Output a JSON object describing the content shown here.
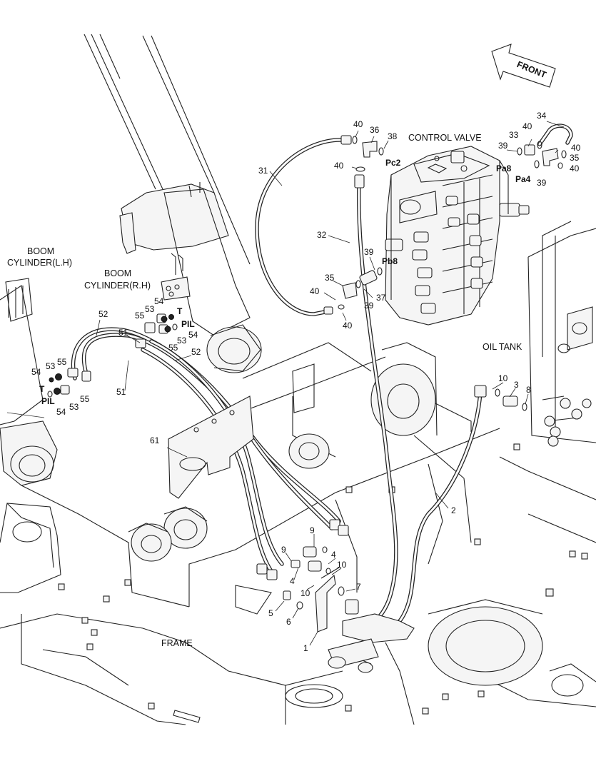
{
  "captions": {
    "front": "FRONT",
    "control_valve": "CONTROL VALVE",
    "boom_cyl_lh_1": "BOOM",
    "boom_cyl_lh_2": "CYLINDER(L.H)",
    "boom_cyl_rh_1": "BOOM",
    "boom_cyl_rh_2": "CYLINDER(R.H)",
    "oil_tank": "OIL TANK",
    "frame": "FRAME"
  },
  "port_labels": {
    "pc2": "Pc2",
    "pa8": "Pa8",
    "pa4": "Pa4",
    "pb8": "Pb8",
    "t_right": "T",
    "pil_right": "PIL",
    "t_left": "T",
    "pil_left": "PIL"
  },
  "part_numbers": {
    "n34": "34",
    "n40a": "40",
    "n33": "33",
    "n39a": "39",
    "n35a": "35",
    "n40b": "40",
    "n40c": "40",
    "n39b": "39",
    "n40d": "40",
    "n36": "36",
    "n38": "38",
    "n40e": "40",
    "n31": "31",
    "n32": "32",
    "n39c": "39",
    "n35b": "35",
    "n40f": "40",
    "n37": "37",
    "n39d": "39",
    "n40g": "40",
    "n54a": "54",
    "n53a": "53",
    "n55a": "55",
    "n54b": "54",
    "n55b": "55",
    "n53b": "53",
    "n52a": "52",
    "n51a": "51",
    "n52b": "52",
    "n51b": "51",
    "n55c": "55",
    "n53c": "53",
    "n54c": "54",
    "n54d": "54",
    "n53d": "53",
    "n55d": "55",
    "n10a": "10",
    "n3": "3",
    "n8": "8",
    "n61": "61",
    "n2": "2",
    "n9a": "9",
    "n4a": "4",
    "n9b": "9",
    "n4b": "4",
    "n10b": "10",
    "n10c": "10",
    "n7": "7",
    "n5": "5",
    "n6": "6",
    "n1": "1"
  }
}
